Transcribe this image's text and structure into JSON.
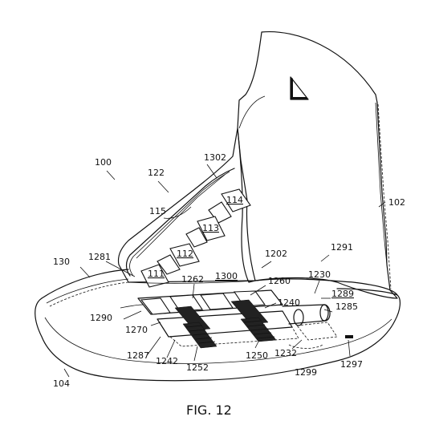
{
  "figure": {
    "caption": "FIG. 12",
    "labels": {
      "l100": "100",
      "l122": "122",
      "l1302": "1302",
      "l114": "114",
      "l102": "102",
      "l115": "115",
      "l113": "113",
      "l112": "112",
      "l111": "111",
      "l1202": "1202",
      "l1291": "1291",
      "l130": "130",
      "l1281": "1281",
      "l1262": "1262",
      "l1300": "1300",
      "l1260": "1260",
      "l1230": "1230",
      "l1289": "1289",
      "l1285": "1285",
      "l1290": "1290",
      "l1240": "1240",
      "l1270": "1270",
      "l1287": "1287",
      "l1242": "1242",
      "l1250": "1250",
      "l1232": "1232",
      "l1252": "1252",
      "l1299": "1299",
      "l1297": "1297",
      "l104": "104"
    }
  }
}
